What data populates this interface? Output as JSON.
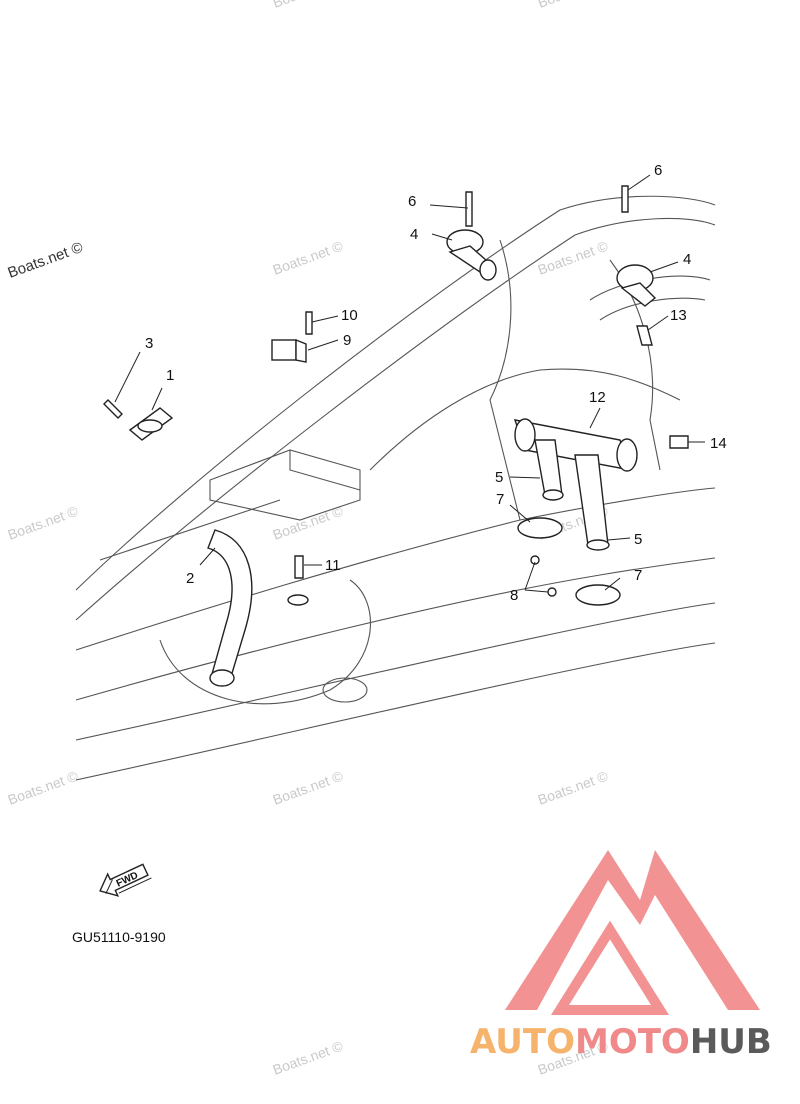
{
  "watermark": {
    "main": "Boats.net ©",
    "tile": "Boats.net ©"
  },
  "diagram_code": "GU51110-9190",
  "fwd_label": "FWD",
  "callouts": {
    "c1": "1",
    "c2": "2",
    "c3": "3",
    "c4a": "4",
    "c4b": "4",
    "c5a": "5",
    "c5b": "5",
    "c6a": "6",
    "c6b": "6",
    "c7a": "7",
    "c7b": "7",
    "c8": "8",
    "c9": "9",
    "c10": "10",
    "c11": "11",
    "c12": "12",
    "c13": "13",
    "c14": "14"
  },
  "logo": {
    "part1": "AUTO",
    "part2": "MOTO",
    "part3": "HUB",
    "color_auto": "#f5b36b",
    "color_moto": "#f08a8a",
    "color_hub": "#5a5a5a",
    "color_mark": "#f08080"
  }
}
